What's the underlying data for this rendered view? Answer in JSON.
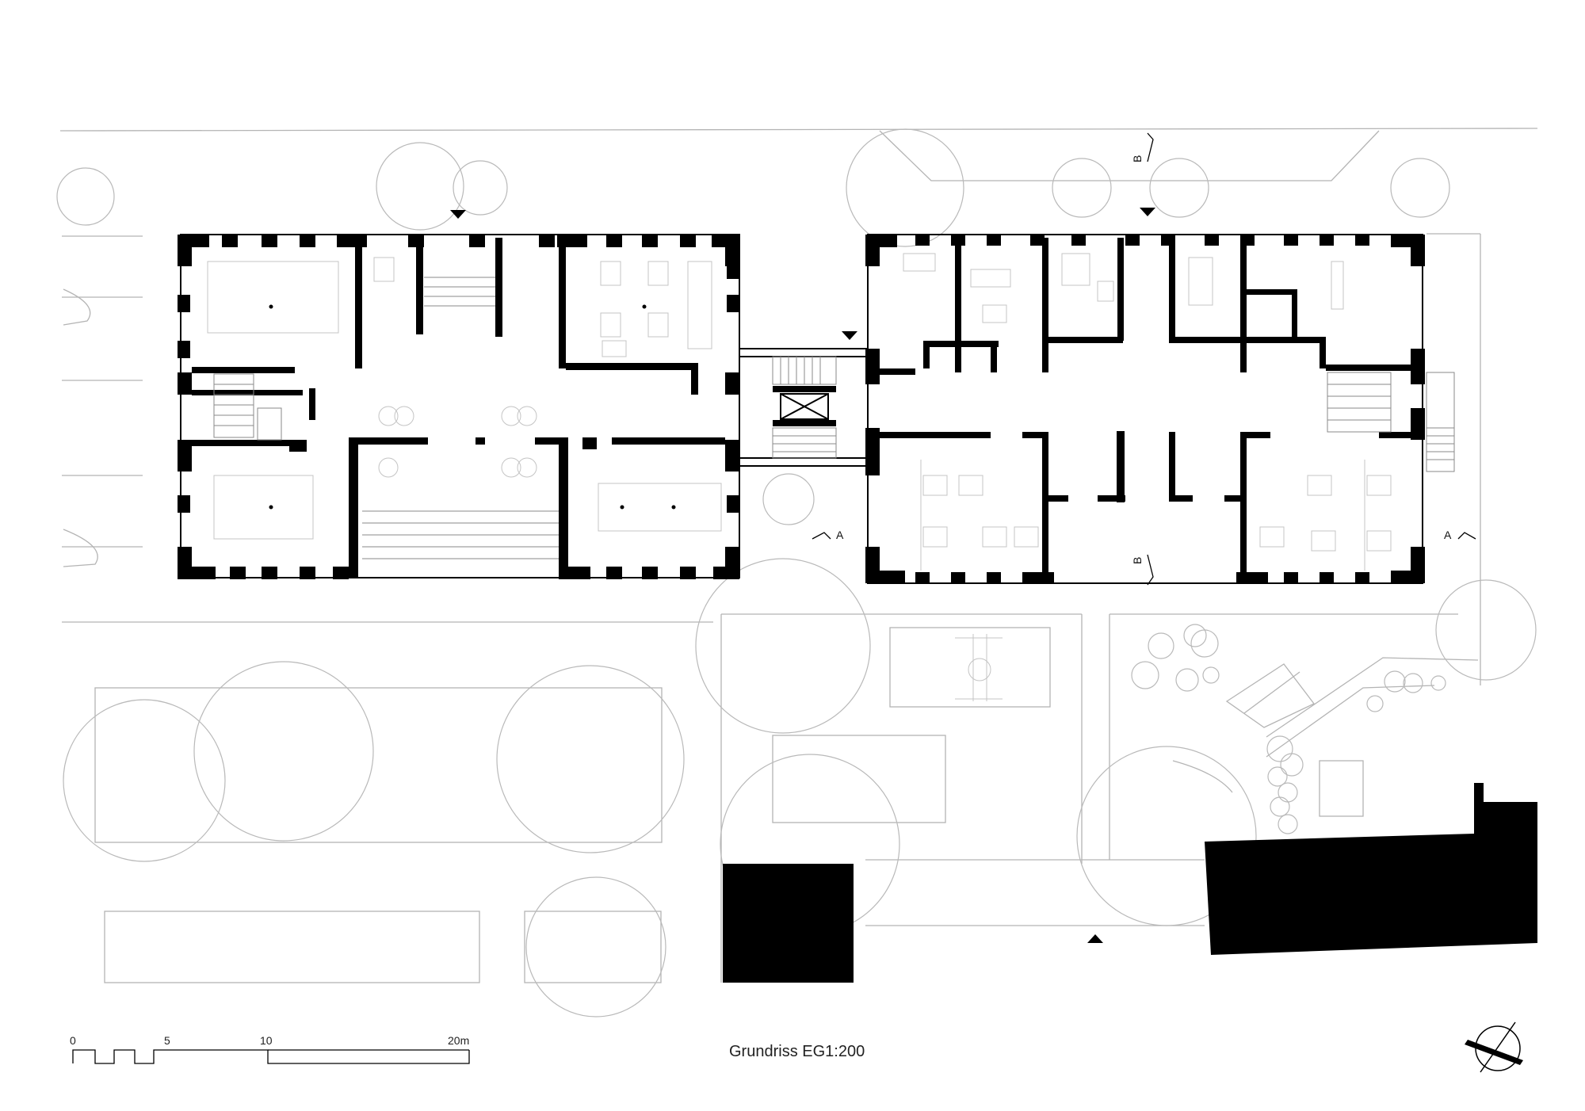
{
  "drawing": {
    "title": "Grundriss EG1:200",
    "scale_bar": {
      "ticks": [
        "0",
        "5",
        "10",
        "20m"
      ]
    },
    "section_markers": {
      "a_left": "A",
      "a_right": "A",
      "b_top": "B",
      "b_bottom": "B"
    },
    "icons": [
      "north-arrow-icon",
      "entrance-arrow-icon"
    ]
  }
}
